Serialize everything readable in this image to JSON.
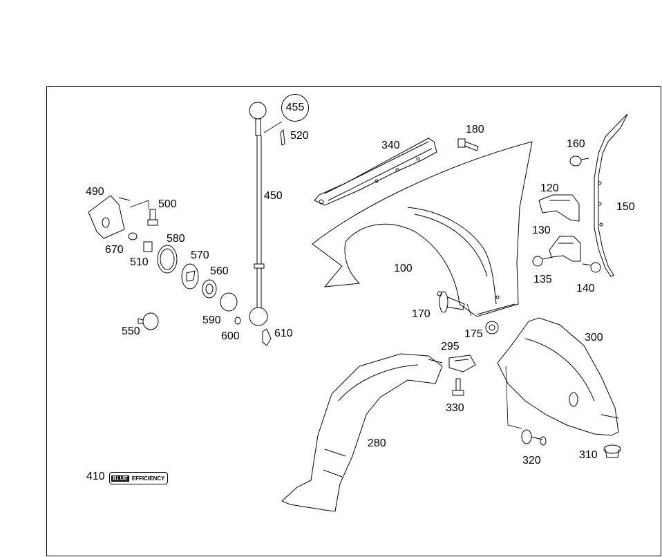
{
  "badge": {
    "left": "BLUE",
    "right": "EFFICIENCY"
  },
  "parts": {
    "p100": "100",
    "p120": "120",
    "p130": "130",
    "p135": "135",
    "p140": "140",
    "p150": "150",
    "p160": "160",
    "p170": "170",
    "p175": "175",
    "p180": "180",
    "p280": "280",
    "p295": "295",
    "p300": "300",
    "p310": "310",
    "p320": "320",
    "p330": "330",
    "p340": "340",
    "p410": "410",
    "p450": "450",
    "p455": "455",
    "p490": "490",
    "p500": "500",
    "p510": "510",
    "p520": "520",
    "p550": "550",
    "p560": "560",
    "p570": "570",
    "p580": "580",
    "p590": "590",
    "p600": "600",
    "p610": "610",
    "p670": "670"
  }
}
